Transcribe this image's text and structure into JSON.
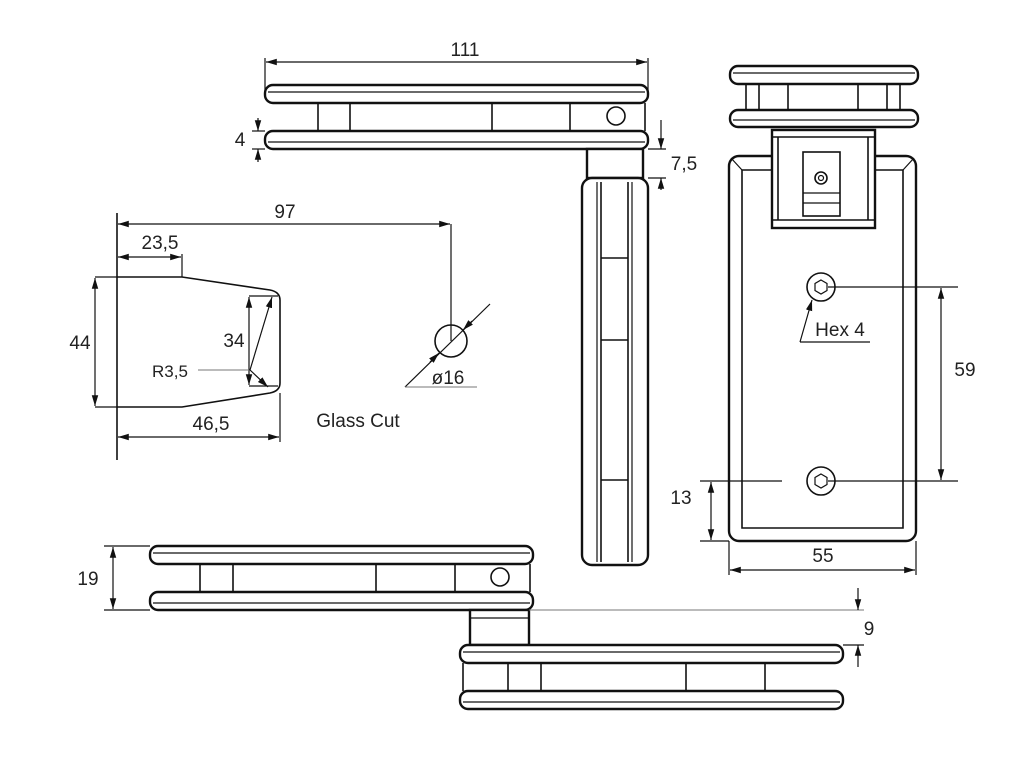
{
  "dimensions": {
    "top_width": "111",
    "plate_thickness": "4",
    "stem_gap": "7,5",
    "cut_depth": "97",
    "cut_step": "23,5",
    "cut_height": "44",
    "cut_inner_height": "34",
    "cut_radius": "R3,5",
    "hole_diameter": "ø16",
    "cut_length": "46,5",
    "hex_key": "Hex 4",
    "hole_spacing": "59",
    "hole_offset": "13",
    "body_width": "55",
    "clamp_height": "19",
    "offset": "9"
  },
  "labels": {
    "glass_cut": "Glass Cut"
  }
}
